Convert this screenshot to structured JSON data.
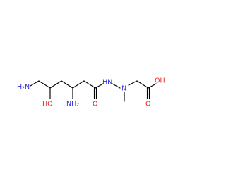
{
  "molecule": {
    "atoms": {
      "n1": {
        "label": "H₂N"
      },
      "o1": {
        "label": "HO"
      },
      "n2": {
        "label": "NH₂"
      },
      "o2": {
        "label": "O"
      },
      "n3": {
        "label": "HN"
      },
      "n4": {
        "label": "N"
      },
      "o3": {
        "label": "O"
      },
      "o4": {
        "label": "OH"
      }
    }
  },
  "colors": {
    "bond": "#000000",
    "carbon": "#000000",
    "nitrogen": "#3030d8",
    "oxygen": "#e02020"
  }
}
